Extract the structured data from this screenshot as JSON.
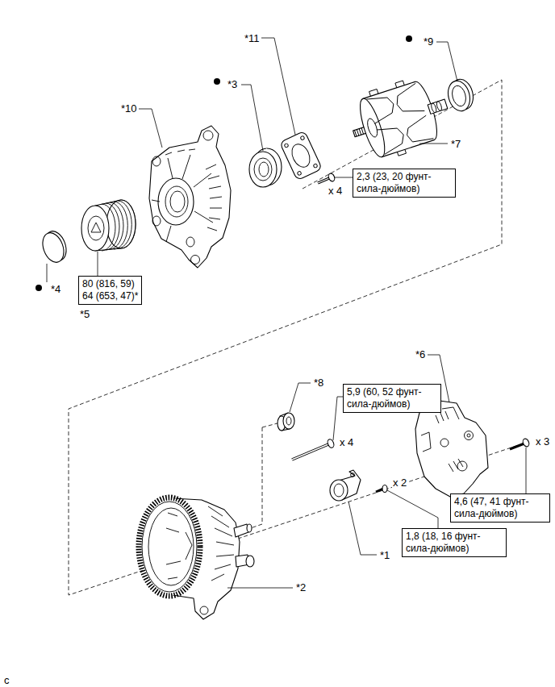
{
  "diagram": {
    "nodes": [
      {
        "text": [
          "2,3 (23, 20 фунт-сила-дюймов)"
        ]
      },
      {
        "text": [
          "80 (816, 59)",
          "64 (653, 47)*"
        ]
      },
      {
        "text": [
          "5,9 (60, 52 фунт-сила-дюймов)"
        ]
      },
      {
        "text": [
          "4,6 (47, 41 фунт-сила-дюймов)"
        ]
      },
      {
        "text": [
          "1,8 (18, 16 фунт-сила-дюймов)"
        ]
      }
    ],
    "labels": [
      "*11",
      "*9",
      "*3",
      "*10",
      "*7",
      "x 4",
      "*4",
      "*5",
      "*8",
      "*6",
      "x 4",
      "x 3",
      "x 2",
      "*1",
      "*2",
      "c"
    ]
  }
}
